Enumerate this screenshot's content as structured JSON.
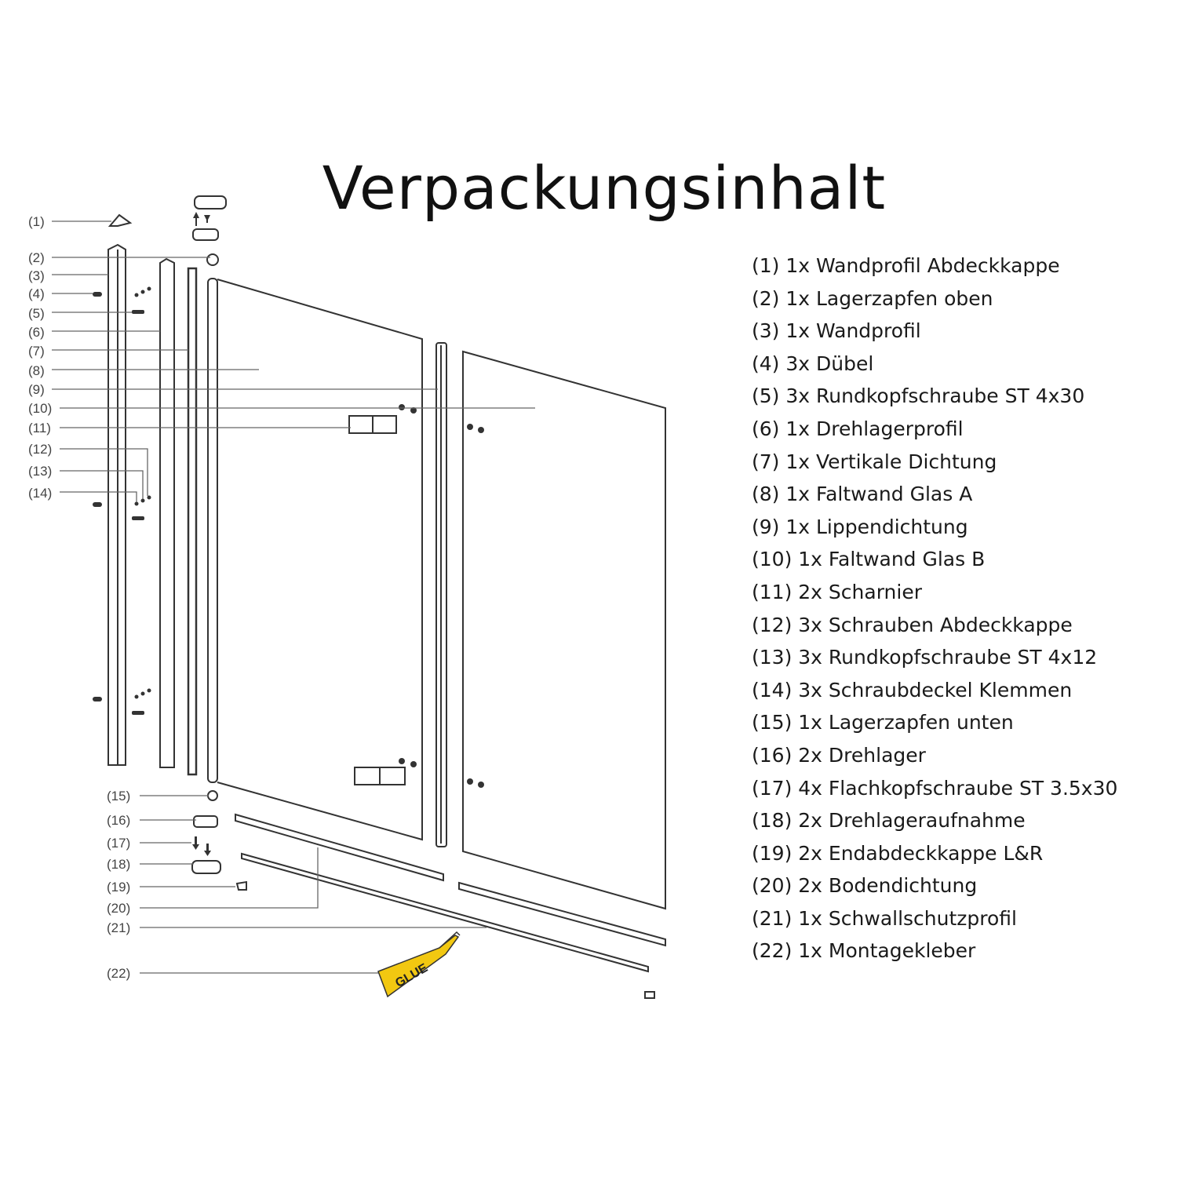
{
  "title": "Verpackungsinhalt",
  "callouts": [
    "(1)",
    "(2)",
    "(3)",
    "(4)",
    "(5)",
    "(6)",
    "(7)",
    "(8)",
    "(9)",
    "(10)",
    "(11)",
    "(12)",
    "(13)",
    "(14)",
    "(15)",
    "(16)",
    "(17)",
    "(18)",
    "(19)",
    "(20)",
    "(21)",
    "(22)"
  ],
  "glue_label": "GLUE",
  "colors": {
    "glue_tube": "#f2c811",
    "line": "#555555"
  },
  "parts": [
    "(1) 1x Wandprofil Abdeckkappe",
    "(2) 1x Lagerzapfen oben",
    "(3) 1x Wandprofil",
    "(4) 3x Dübel",
    "(5) 3x Rundkopfschraube ST 4x30",
    "(6) 1x Drehlagerprofil",
    "(7) 1x Vertikale Dichtung",
    "(8) 1x Faltwand Glas A",
    "(9) 1x Lippendichtung",
    "(10) 1x Faltwand Glas B",
    "(11) 2x Scharnier",
    "(12) 3x Schrauben Abdeckkappe",
    "(13) 3x Rundkopfschraube ST 4x12",
    "(14) 3x Schraubdeckel Klemmen",
    "(15) 1x Lagerzapfen unten",
    "(16) 2x Drehlager",
    "(17) 4x Flachkopfschraube ST 3.5x30",
    "(18) 2x Drehlageraufnahme",
    "(19) 2x Endabdeckkappe L&R",
    "(20) 2x Bodendichtung",
    "(21) 1x Schwallschutzprofil",
    "(22) 1x Montagekleber"
  ]
}
